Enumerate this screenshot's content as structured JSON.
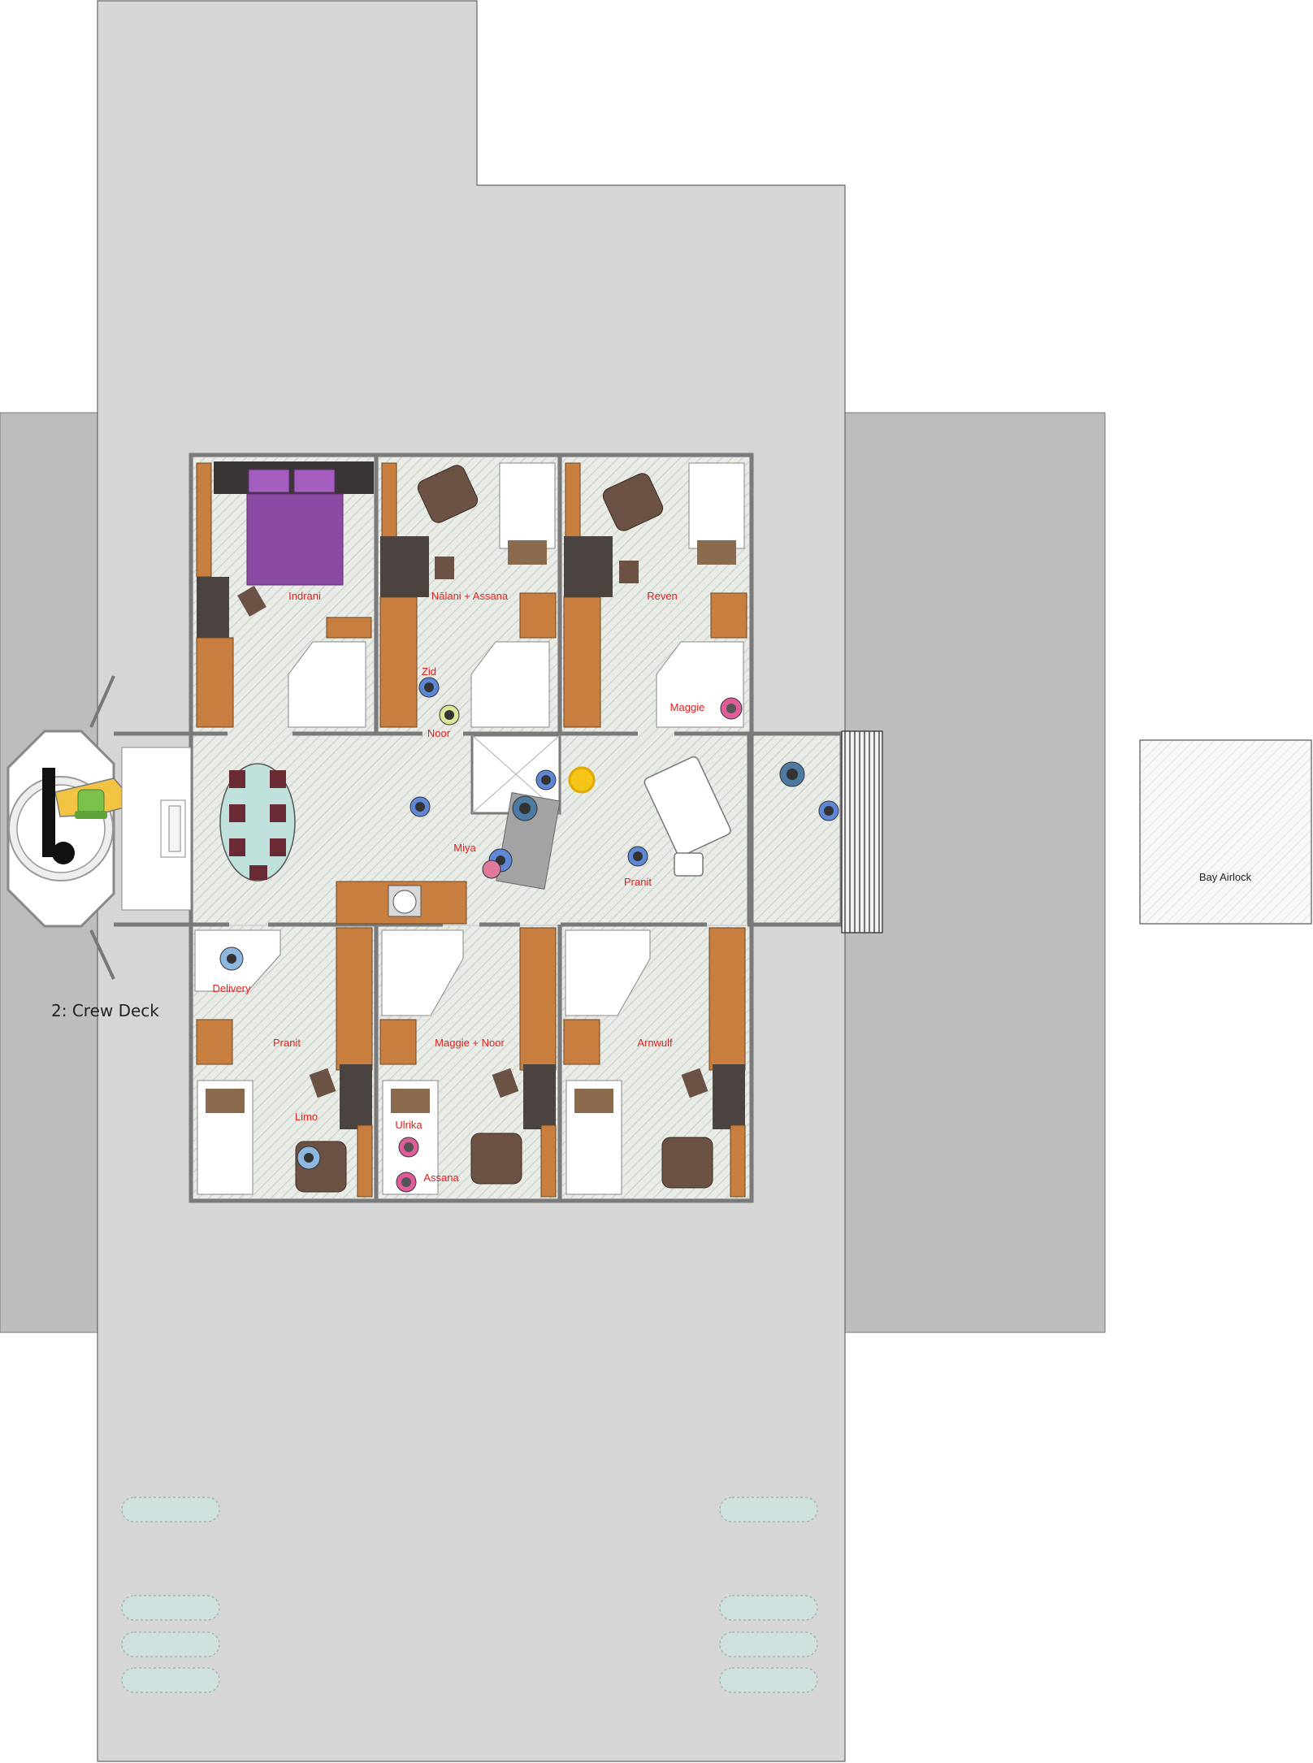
{
  "deck": {
    "label": "2: Crew Deck"
  },
  "airlock": {
    "label": "Bay Airlock"
  },
  "rooms": {
    "indrani": "Indrani",
    "nalani_assana": "Nālani + Assana",
    "reven": "Reven",
    "pranit": "Pranit",
    "maggie_noor": "Maggie + Noor",
    "arnwulf": "Arnwulf"
  },
  "crew": {
    "zid": "Zid",
    "noor": "Noor",
    "maggie": "Maggie",
    "miya": "Miya",
    "pranit": "Pranit",
    "delivery": "Delivery",
    "limo": "Limo",
    "ulrika": "Ulrika",
    "assana": "Assana"
  },
  "colors": {
    "hull": "#d6d6d6",
    "hull_dark": "#bdbdbd",
    "floor": "#e6e9e4",
    "wall": "#7a7a7a",
    "cabinet": "#c77e3f",
    "dark_furniture": "#4a4340",
    "bed_purple": "#8b4aa3",
    "chair_brown": "#6b5244",
    "label_red": "#e0201c",
    "sun_yellow": "#f5c518",
    "cockpit_yellow": "#f3c443",
    "seat_green": "#7cc24a",
    "crew_blue": "#5f87d8",
    "crew_pink": "#e05c9a"
  }
}
